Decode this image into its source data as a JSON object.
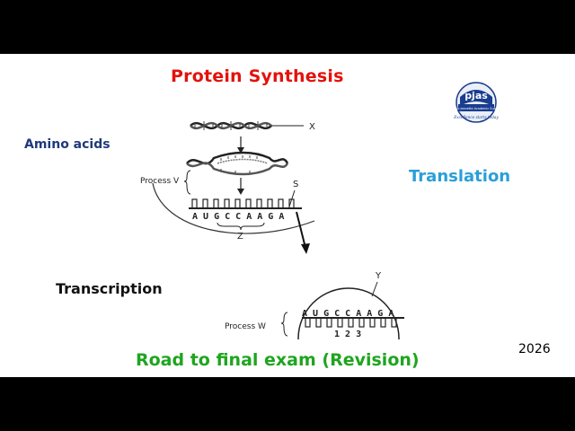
{
  "header": {
    "title": "Protein Synthesis",
    "title_color": "#e3120b"
  },
  "labels": {
    "amino_acids": "Amino acids",
    "amino_color": "#1f3a7a",
    "translation": "Translation",
    "translation_color": "#2a9fd8",
    "transcription": "Transcription",
    "transcription_color": "#111111"
  },
  "footer": {
    "road": "Road to final exam (Revision)",
    "road_color": "#1fa51f",
    "year": "2026"
  },
  "logo": {
    "text": "pjas",
    "subtext": "Phillip Jeanette Academic Support",
    "tagline": "Excellence starts today"
  },
  "diagram": {
    "label_x": "X",
    "label_s": "S",
    "label_y": "Y",
    "label_z": "Z",
    "process_v": "Process V",
    "process_w": "Process W",
    "mrna_sequence": "A U G C C A A G A",
    "ribosome_sequence": "A U G C C A A G A",
    "anticodon_numbers": "1 2 3"
  }
}
